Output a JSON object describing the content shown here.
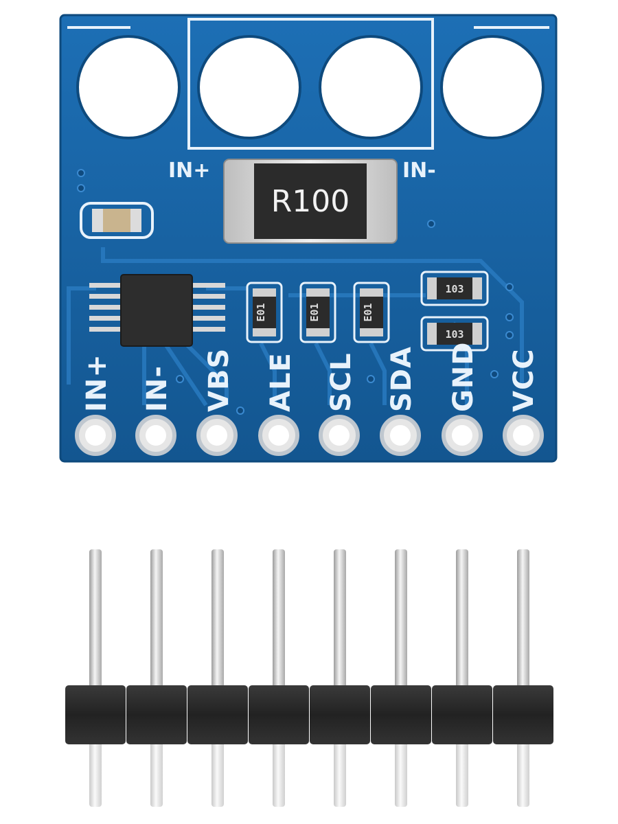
{
  "board": {
    "pcb_color": "#17609f",
    "silk_color": "#e8f2fb",
    "top_labels": [
      "IN+",
      "IN-"
    ],
    "shunt_resistor_marking": "R100",
    "small_resistor_markings": [
      "E01",
      "E01",
      "E01",
      "103",
      "103"
    ],
    "pin_labels": [
      "IN+",
      "IN-",
      "VBS",
      "ALE",
      "SCL",
      "SDA",
      "GND",
      "VCC"
    ]
  },
  "header": {
    "pin_count": 8,
    "housing_color": "#2a2a2a",
    "pin_color": "#d8d8d8"
  }
}
